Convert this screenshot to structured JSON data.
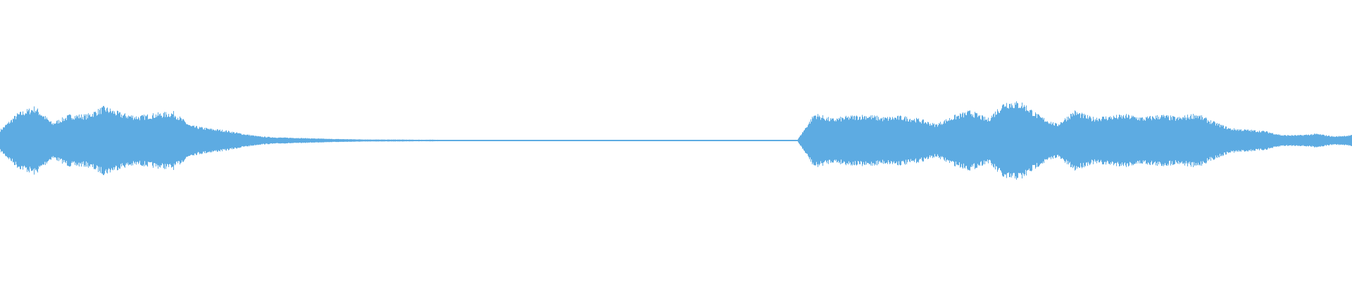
{
  "chart_data": {
    "type": "area",
    "subtype": "audio-waveform",
    "title": "",
    "xlabel": "",
    "ylabel": "",
    "ylim": [
      -1,
      1
    ],
    "grid": false,
    "legend": "none",
    "symmetric": true,
    "color": "#5dabe2",
    "background": "#ffffff",
    "envelope": [
      0.08,
      0.2,
      0.25,
      0.13,
      0.19,
      0.19,
      0.25,
      0.2,
      0.18,
      0.2,
      0.21,
      0.11,
      0.09,
      0.075,
      0.05,
      0.03,
      0.023,
      0.02,
      0.016,
      0.012,
      0.01,
      0.008,
      0.007,
      0.007,
      0.006,
      0.006,
      0.004,
      0.004,
      0.004,
      0.004,
      0.004,
      0.004,
      0.004,
      0.004,
      0.004,
      0.004,
      0.004,
      0.004,
      0.004,
      0.004,
      0.004,
      0.004,
      0.004,
      0.004,
      0.004,
      0.004,
      0.003,
      0.2,
      0.16,
      0.18,
      0.19,
      0.17,
      0.18,
      0.16,
      0.12,
      0.18,
      0.22,
      0.16,
      0.29,
      0.28,
      0.18,
      0.12,
      0.22,
      0.17,
      0.18,
      0.19,
      0.17,
      0.19,
      0.17,
      0.2,
      0.14,
      0.09,
      0.08,
      0.07,
      0.04,
      0.04,
      0.05,
      0.03,
      0.04
    ]
  }
}
